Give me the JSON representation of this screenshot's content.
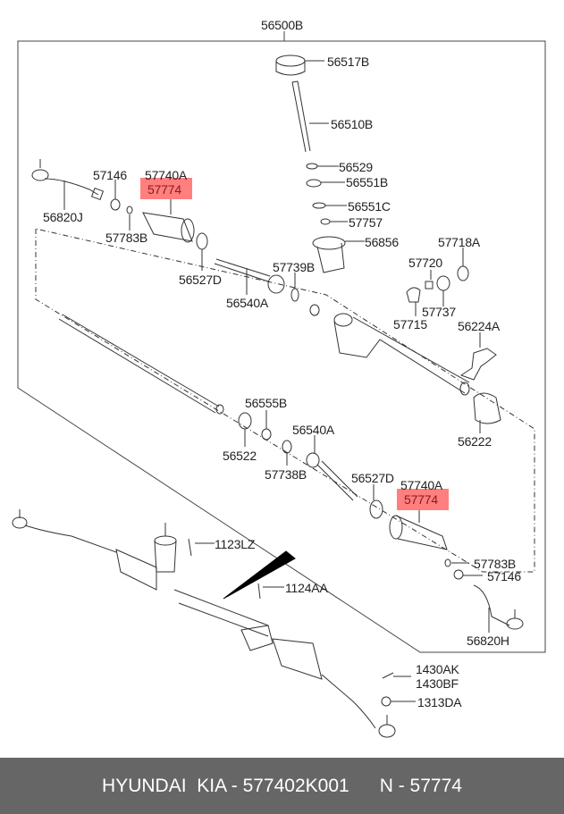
{
  "diagram": {
    "assembly_label": "56500B",
    "highlight_color": "#ff7f7f",
    "labels": {
      "p56517B": "56517B",
      "p56510B": "56510B",
      "p56529": "56529",
      "p56551B": "56551B",
      "p56551C": "56551C",
      "p57757": "57757",
      "p56856": "56856",
      "p57718A": "57718A",
      "p57720": "57720",
      "p57737": "57737",
      "p57715": "57715",
      "p56224A": "56224A",
      "p56222": "56222",
      "p57739B": "57739B",
      "p56527D_top": "56527D",
      "p56540A_top": "56540A",
      "p57146_top": "57146",
      "p57740A_top": "57740A",
      "p57774_top": "57774",
      "p56820J": "56820J",
      "p57783B_top": "57783B",
      "p56555B": "56555B",
      "p56522": "56522",
      "p57738B": "57738B",
      "p56540A_bot": "56540A",
      "p56527D_bot": "56527D",
      "p57740A_bot": "57740A",
      "p57774_bot": "57774",
      "p57783B_bot": "57783B",
      "p57146_bot": "57146",
      "p56820H": "56820H",
      "p1123LZ": "1123LZ",
      "p1124AA": "1124AA",
      "p1430AK": "1430AK",
      "p1430BF": "1430BF",
      "p1313DA": "1313DA"
    }
  },
  "footer": {
    "brand": "HYUNDAI  KIA - 577402K001",
    "part_ref": "N - 57774",
    "background": "#666666"
  }
}
